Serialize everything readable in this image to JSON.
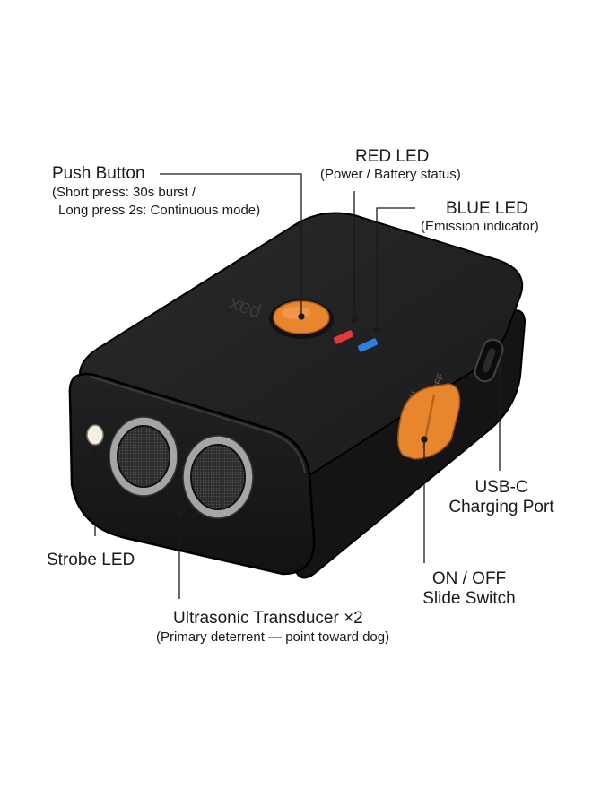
{
  "labels": {
    "push_button": {
      "title": "Push Button",
      "line1": "(Short press: 30s burst /",
      "line2": "Long press 2s: Continuous mode)"
    },
    "red_led": {
      "title": "RED LED",
      "sub": "(Power / Battery status)"
    },
    "blue_led": {
      "title": "BLUE LED",
      "sub": "(Emission indicator)"
    },
    "usb_c": {
      "line1": "USB-C",
      "line2": "Charging Port"
    },
    "strobe_led": {
      "title": "Strobe LED"
    },
    "switch": {
      "line1": "ON / OFF",
      "line2": "Slide Switch"
    },
    "transducer": {
      "title": "Ultrasonic Transducer ×2",
      "sub": "(Primary deterrent — point toward dog)"
    }
  },
  "device": {
    "brand_mark": "pax",
    "switch_on": "ON",
    "switch_off": "OFF",
    "colors": {
      "body": "#1d1d1f",
      "accent": "#e8862e",
      "red_led": "#e23a3a",
      "blue_led": "#2f7fe0",
      "ring": "#9a9a9a"
    }
  }
}
